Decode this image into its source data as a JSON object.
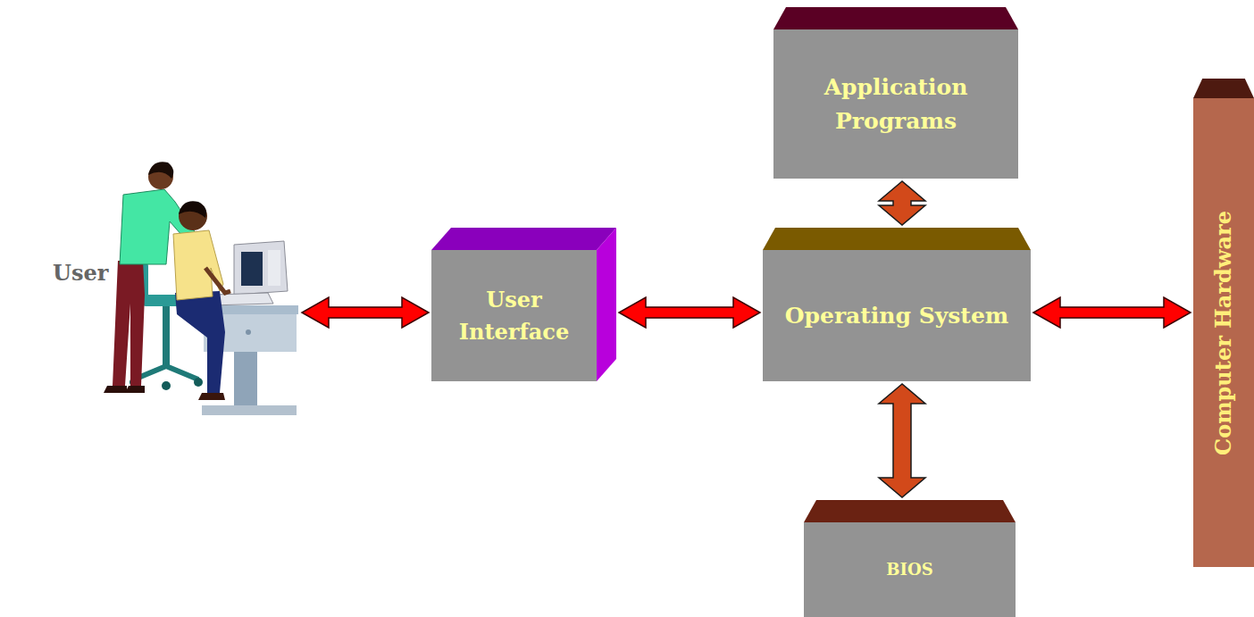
{
  "diagram": {
    "nodes": [
      {
        "text": [
          "User"
        ]
      },
      {
        "text": [
          "User Interface"
        ]
      },
      {
        "text": [
          "Application Programs"
        ]
      },
      {
        "text": [
          "Operating System"
        ]
      },
      {
        "text": [
          "BIOS"
        ]
      },
      {
        "text": [
          "Computer Hardware"
        ]
      }
    ],
    "edges": [
      {
        "from": 0,
        "to": 1,
        "arrow": "both"
      },
      {
        "from": 1,
        "to": 3,
        "arrow": "both"
      },
      {
        "from": 2,
        "to": 3,
        "arrow": "both"
      },
      {
        "from": 3,
        "to": 4,
        "arrow": "both"
      },
      {
        "from": 3,
        "to": 5,
        "arrow": "both"
      }
    ]
  }
}
